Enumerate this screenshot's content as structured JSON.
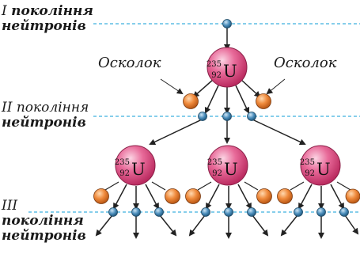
{
  "generation_1": {
    "line1_a": "I ",
    "line1_b": "покоління",
    "line2_a": "ней",
    "line2_b": "тронів"
  },
  "generation_2": {
    "line1": "II покоління",
    "line2": "нейтронів"
  },
  "generation_3": {
    "line1": "III",
    "line2": "покоління",
    "line3_a": "ней",
    "line3_b": "тронів"
  },
  "fragment_label_left": "Осколок",
  "fragment_label_right": "Осколок",
  "nucleus": {
    "mass_number": "235",
    "atomic_number": "92",
    "symbol": "U"
  },
  "colors": {
    "nucleus": "#e0608f",
    "fragment": "#ef8a3c",
    "neutron": "#3d7fa8",
    "dashed_line": "#3fb0df",
    "arrow": "#222222"
  }
}
